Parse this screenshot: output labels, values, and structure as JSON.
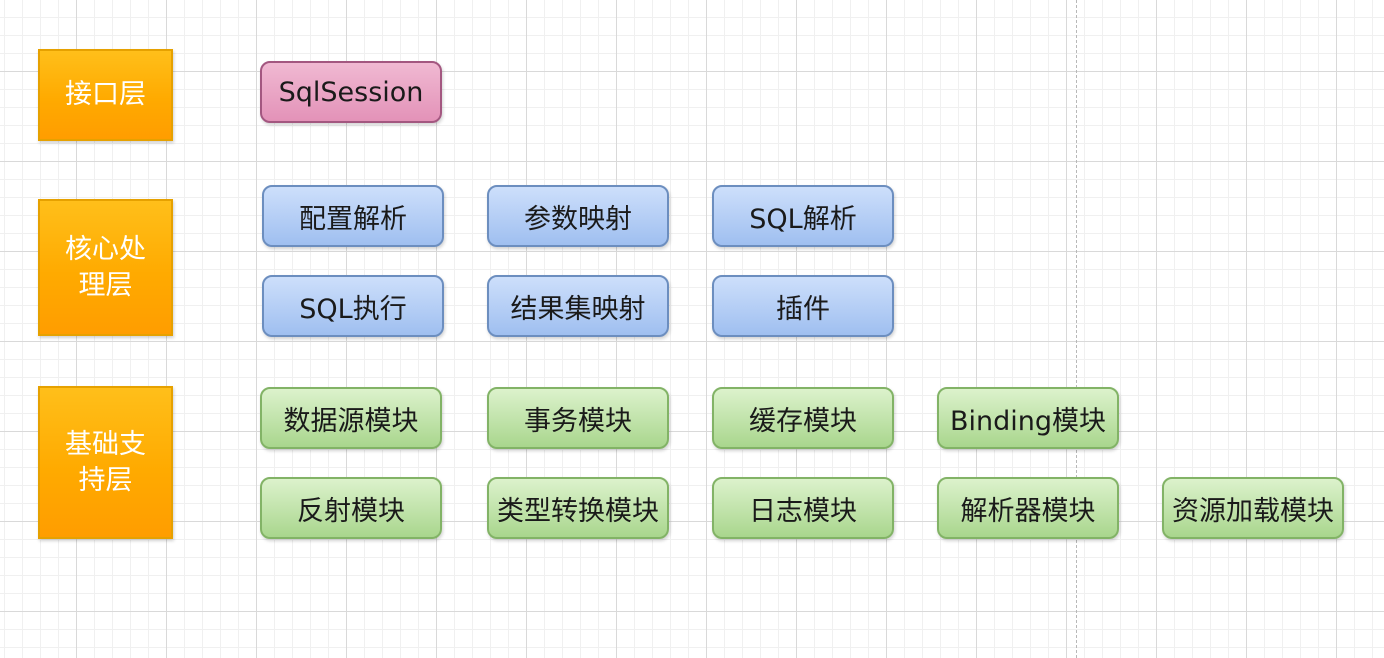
{
  "layers": {
    "interface": "接口层",
    "core": "核心处理层",
    "foundation": "基础支持层"
  },
  "interface_layer": {
    "components": [
      "SqlSession"
    ]
  },
  "core_layer": {
    "row1": [
      "配置解析",
      "参数映射",
      "SQL解析"
    ],
    "row2": [
      "SQL执行",
      "结果集映射",
      "插件"
    ]
  },
  "foundation_layer": {
    "row1": [
      "数据源模块",
      "事务模块",
      "缓存模块",
      "Binding模块"
    ],
    "row2": [
      "反射模块",
      "类型转换模块",
      "日志模块",
      "解析器模块",
      "资源加载模块"
    ]
  },
  "colors": {
    "layer_fill": "#ffaa00",
    "interface_fill": "#e392b8",
    "core_fill": "#9fbff0",
    "foundation_fill": "#a9d68d"
  }
}
